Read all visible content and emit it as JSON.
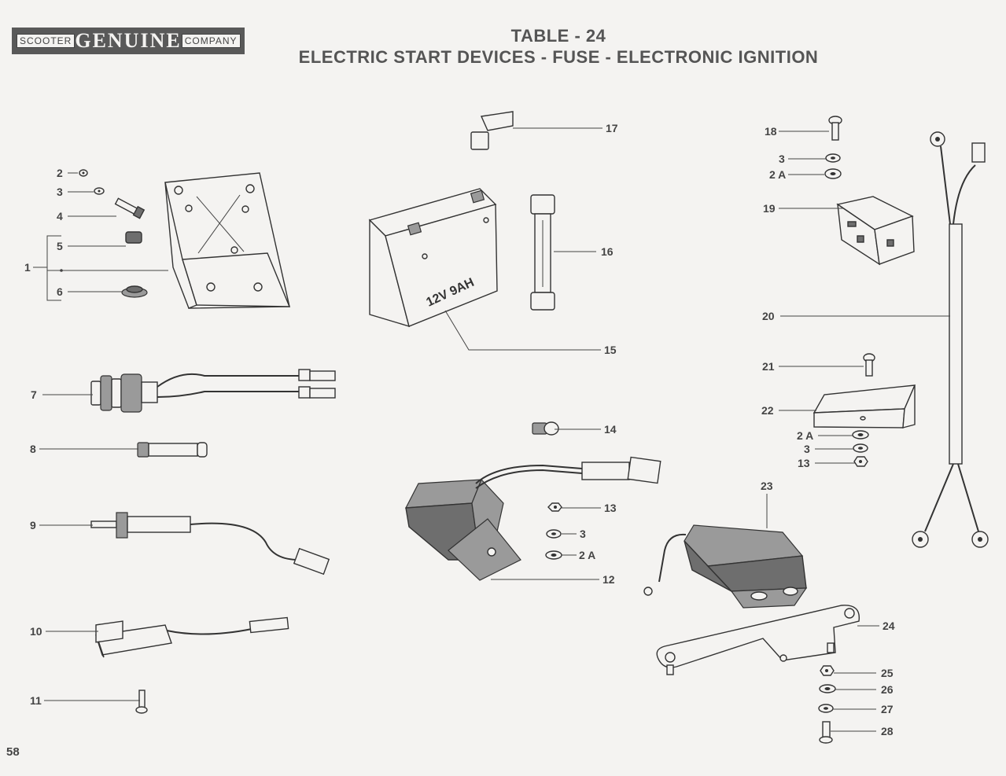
{
  "logo": {
    "left_text": "SCOOTER",
    "main_text": "GENUINE",
    "right_text": "COMPANY"
  },
  "header": {
    "table_title": "TABLE - 24",
    "subtitle": "ELECTRIC START DEVICES - FUSE - ELECTRONIC IGNITION"
  },
  "battery_text": "12V 9AH",
  "page_number": "58",
  "callouts": [
    "2",
    "3",
    "4",
    "5",
    "1",
    "6",
    "7",
    "8",
    "9",
    "10",
    "11",
    "17",
    "16",
    "15",
    "14",
    "13",
    "3",
    "2 A",
    "12",
    "18",
    "3",
    "2 A",
    "19",
    "20",
    "21",
    "22",
    "2 A",
    "3",
    "13",
    "23",
    "24",
    "25",
    "26",
    "27",
    "28"
  ]
}
